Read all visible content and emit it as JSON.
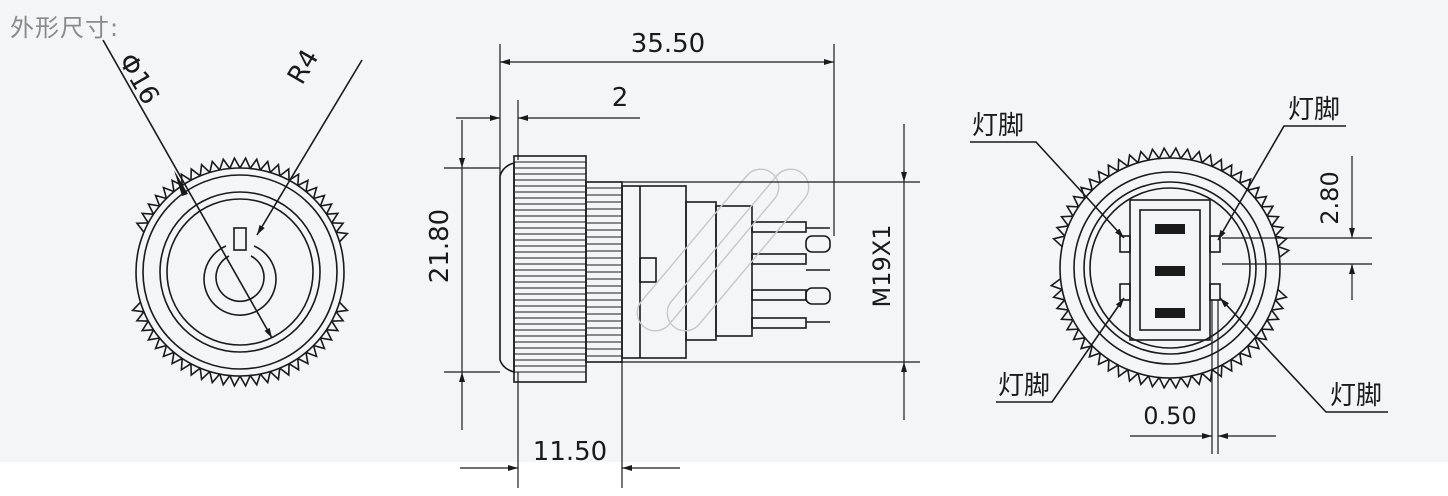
{
  "title": "外形尺寸:",
  "front_view": {
    "diameter": "Φ16",
    "radius": "R4"
  },
  "side_view": {
    "overall_length": "35.50",
    "flange": "2",
    "height": "21.80",
    "thread": "M19X1",
    "body_length": "11.50"
  },
  "rear_view": {
    "lamp_label": "灯脚",
    "pin_pitch": "2.80",
    "pin_width": "0.50"
  },
  "colors": {
    "line": "#1a1a1a",
    "background": "#f4f5f6",
    "title": "#8a8a8a"
  }
}
